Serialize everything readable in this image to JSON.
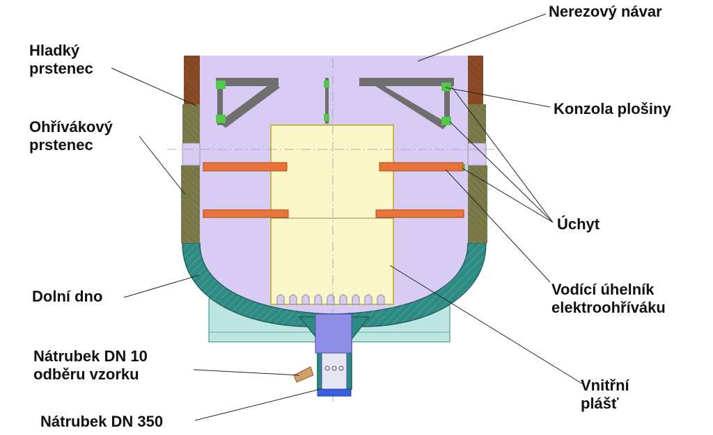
{
  "labels": {
    "nerezovy_navar": "Nerezový návar",
    "hladky_line1": "Hladký",
    "hladky_line2": "prstenec",
    "konzola": "Konzola plošiny",
    "ohrivakovy_line1": "Ohřívákový",
    "ohrivakovy_line2": "prstenec",
    "uchyt": "Úchyt",
    "dolni_dno": "Dolní dno",
    "vodici_line1": "Vodící úhelník",
    "vodici_line2": "elektroohříváku",
    "natrubek10_line1": "Nátrubek DN 10",
    "natrubek10_line2": "odběru vzorku",
    "vnitrni_line1": "Vnitřní",
    "vnitrni_line2": "plášť",
    "natrubek350": "Nátrubek DN 350"
  },
  "colors": {
    "interior": "#d9ccf4",
    "bottom": "#2e8b84",
    "ring_olive": "#7b7a4a",
    "ring_brown": "#8a4a26",
    "heater_plate": "#e8743a",
    "inner_shell": "#fbf7c8",
    "bracket": "#6f6f6f",
    "attachment": "#52c94b",
    "nozzle": "#8f8fe8",
    "skirt": "#bde6e2",
    "leader": "#222222"
  }
}
